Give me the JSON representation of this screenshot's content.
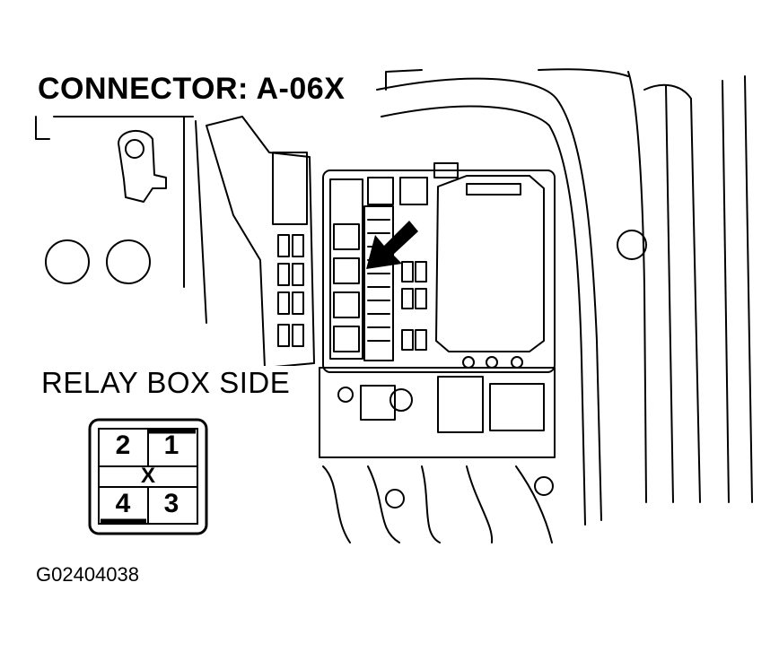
{
  "labels": {
    "connector_title": "CONNECTOR: A-06X",
    "relay_box_side": "RELAY BOX SIDE",
    "figure_id": "G02404038"
  },
  "connector_face": {
    "pins": [
      "2",
      "1",
      "4",
      "3"
    ],
    "cross": "X"
  },
  "icons": [
    "pointer-arrow-icon"
  ]
}
